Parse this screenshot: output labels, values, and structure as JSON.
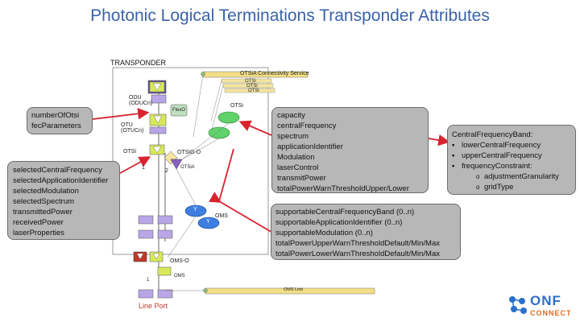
{
  "title": "Photonic Logical Terminations Transponder Attributes",
  "diagram": {
    "transponder_label": "TRANSPONDER",
    "otsia_service_label": "OTSiA Connectivity Service",
    "otsi_label_a": "OTSi",
    "otsi_label_b": "OTSi",
    "otsi_label_c": "OTSi",
    "odu_label_1": "ODU",
    "odu_label_2": "(ODUCn)",
    "otu_label_1": "OTU",
    "otu_label_2": "(OTUCn)",
    "otsi_left_label": "OTSi",
    "otsi_right_label": "OTSi",
    "otsig_o_label": "OTSiG-O",
    "otsia_label": "OTSiA",
    "oms_label": "OMS",
    "oms_o_label": "OMS-O",
    "oms_bottom_label": "OMS",
    "oms_link_label": "OMS Link",
    "line_port_label": "Line Port",
    "flexo_label": "FlexO",
    "y_label": "Y",
    "n1": "1",
    "n2": "2"
  },
  "callouts": {
    "number_of_otsi": [
      "numberOfOtsi",
      "fecParameters"
    ],
    "left_attrs": [
      "selectedCentralFrequency",
      "selectedApplicationIdentifier",
      "selectedModulation",
      "selectedSpectrum",
      "transmittedPower",
      "receivedPower",
      "laserProperties"
    ],
    "center_attrs": [
      "capacity",
      "centralFrequency",
      "spectrum",
      "applicationIdentifier",
      "Modulation",
      "laserControl",
      "transmitPower",
      "totalPowerWarnThresholdUpper/Lower"
    ],
    "supportable_attrs": [
      "supportableCentralFrequencyBand (0..n)",
      "supportableApplicationIdentifier (0..n)",
      "supportableModulation (0..n)",
      "totalPowerUpperWarnThresholdDefault/Min/Max",
      "totalPowerLowerWarnThresholdDefault/Min/Max"
    ],
    "central_band": {
      "heading": "CentralFrequencyBand:",
      "bullets": [
        "lowerCentralFrequency",
        "upperCentralFrequency",
        "frequencyConstraint:"
      ],
      "sub_bullets": [
        "adjustmentGranularity",
        "gridType"
      ]
    }
  },
  "logo": {
    "top": "ONF",
    "bottom": "CONNECT"
  },
  "colors": {
    "title": "#3a63a8",
    "callout_bg": "#b7b7b7",
    "arrow": "#d9232e",
    "service_bar": "#f2de86",
    "node_green": "#5fd36a",
    "node_blue": "#3d7ee0",
    "port_purple": "#b9a6e6",
    "line_port": "#c0392b"
  }
}
